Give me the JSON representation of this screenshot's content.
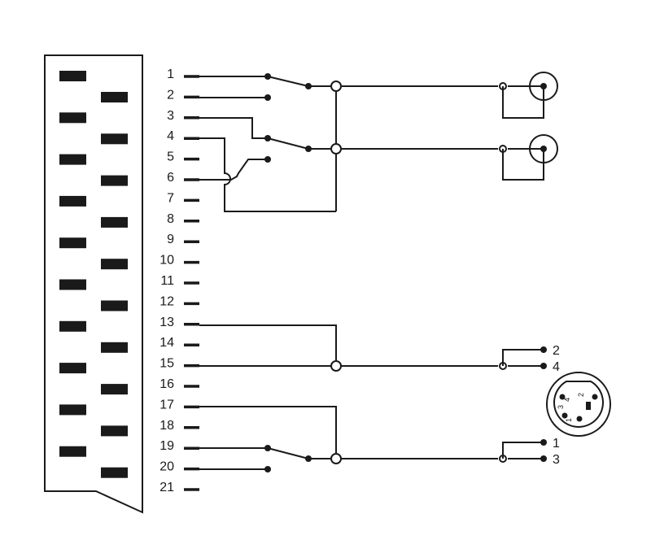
{
  "scart_pins": [
    "1",
    "2",
    "3",
    "4",
    "5",
    "6",
    "7",
    "8",
    "9",
    "10",
    "11",
    "12",
    "13",
    "14",
    "15",
    "16",
    "17",
    "18",
    "19",
    "20",
    "21"
  ],
  "svideo_pins": {
    "pin2": "2",
    "pin4": "4",
    "pin1": "1",
    "pin3": "3"
  },
  "din_connector_pins": [
    "1",
    "2",
    "3",
    "4"
  ],
  "colors": {
    "line": "#1a1a1a",
    "background": "#ffffff"
  },
  "icons": [
    "scart-connector-icon",
    "rca-jack-icon",
    "mini-din-4-icon"
  ]
}
